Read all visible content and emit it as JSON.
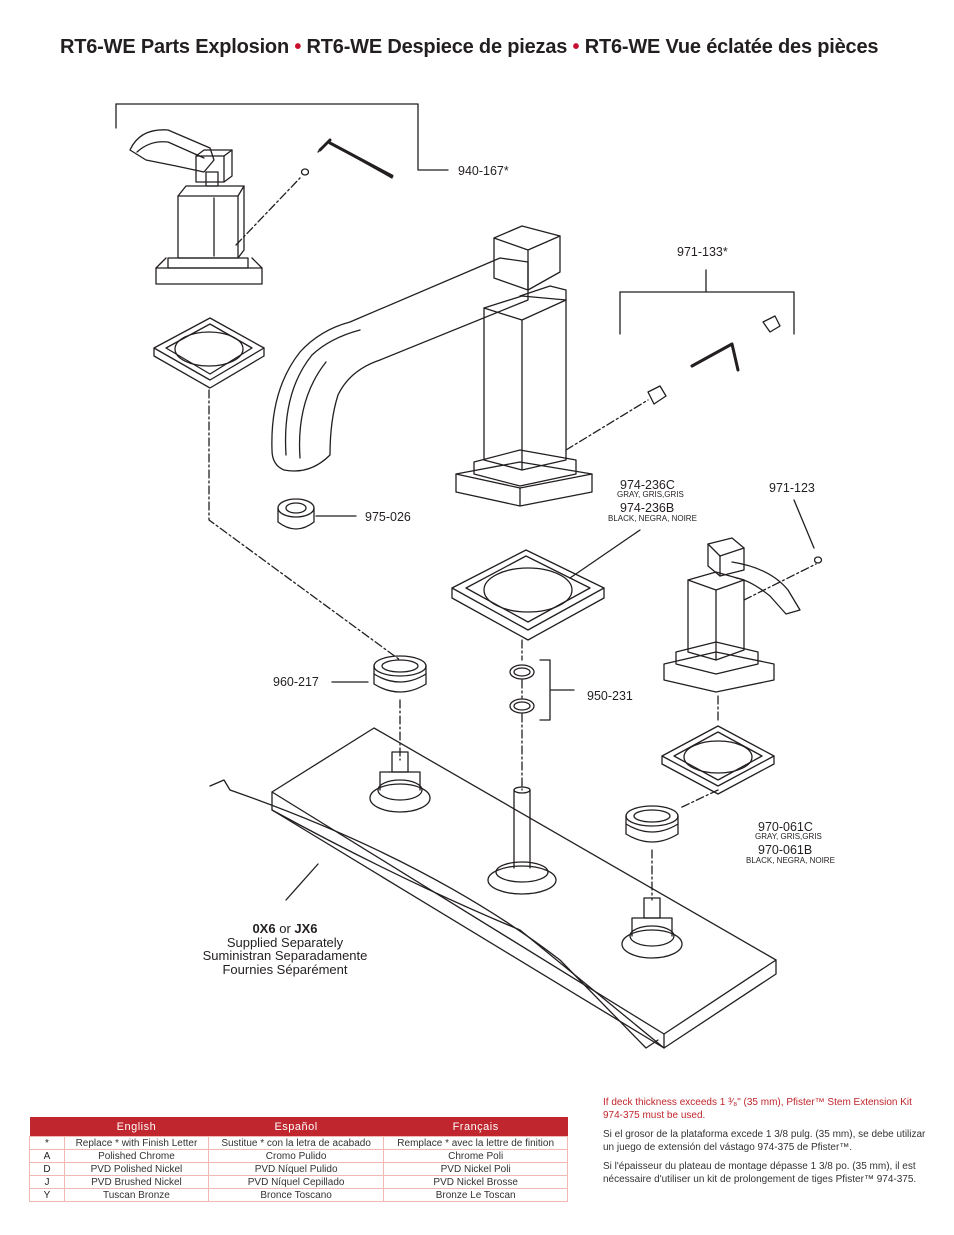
{
  "title": {
    "part1": "RT6-WE Parts Explosion",
    "sep1": "•",
    "part2": "RT6-WE Despiece de piezas",
    "sep2": "•",
    "part3": "RT6-WE Vue éclatée des pièces"
  },
  "callouts": {
    "handle_kit": "940-167*",
    "setscrew_kit": "971-133*",
    "gasket_c": "974-236C",
    "gasket_c_sub": "GRAY, GRIS,GRIS",
    "gasket_b": "974-236B",
    "gasket_b_sub": "BLACK, NEGRA, NOIRE",
    "screw": "971-123",
    "adapter": "975-026",
    "nut": "960-217",
    "orings": "950-231",
    "handle_gasket_c": "970-061C",
    "handle_gasket_c_sub": "GRAY, GRIS,GRIS",
    "handle_gasket_b": "970-061B",
    "handle_gasket_b_sub": "BLACK, NEGRA, NOIRE"
  },
  "deck_note": {
    "models_a": "0X6",
    "or": "or",
    "models_b": "JX6",
    "line1": "Supplied Separately",
    "line2": "Suministran Separadamente",
    "line3": "Fournies Séparément"
  },
  "finish_table": {
    "headers": [
      "English",
      "Español",
      "Français"
    ],
    "rows": [
      {
        "code": "*",
        "en": "Replace * with Finish Letter",
        "es": "Sustitue * con la letra de acabado",
        "fr": "Remplace * avec la lettre de finition"
      },
      {
        "code": "A",
        "en": "Polished Chrome",
        "es": "Cromo Pulido",
        "fr": "Chrome Poli"
      },
      {
        "code": "D",
        "en": "PVD Polished Nickel",
        "es": "PVD Níquel Pulido",
        "fr": "PVD Nickel Poli"
      },
      {
        "code": "J",
        "en": "PVD Brushed Nickel",
        "es": "PVD Níquel Cepillado",
        "fr": "PVD Nickel Brosse"
      },
      {
        "code": "Y",
        "en": "Tuscan Bronze",
        "es": "Bronce Toscano",
        "fr": "Bronze Le Toscan"
      }
    ]
  },
  "notes": {
    "en": "If deck thickness exceeds 1 ³⁄₈\" (35 mm), Pfister™ Stem Extension Kit 974-375 must be used.",
    "es": "Si el grosor de la plataforma excede 1 3/8 pulg. (35 mm), se debe utilizar un juego de extensión del vástago 974-375 de Pfister™.",
    "fr": "Si l'épaisseur du plateau de montage dépasse 1 3/8 po. (35 mm), il est nécessaire d'utiliser un kit de prolongement de tiges Pfister™ 974-375."
  },
  "colors": {
    "accent": "#c0262d",
    "line": "#231f20"
  }
}
